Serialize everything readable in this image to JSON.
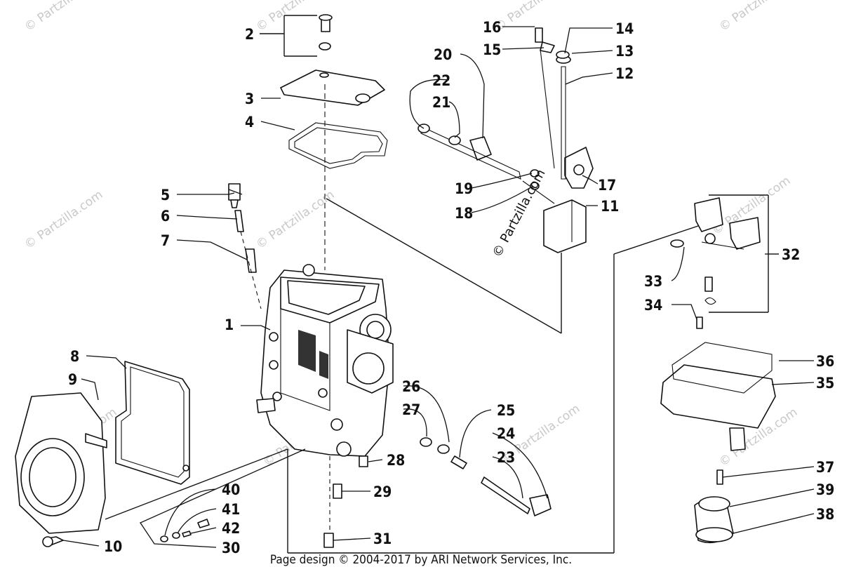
{
  "callouts": {
    "c1": "1",
    "c2": "2",
    "c3": "3",
    "c4": "4",
    "c5": "5",
    "c6": "6",
    "c7": "7",
    "c8": "8",
    "c9": "9",
    "c10": "10",
    "c11": "11",
    "c12": "12",
    "c13": "13",
    "c14": "14",
    "c15": "15",
    "c16": "16",
    "c17": "17",
    "c18": "18",
    "c19": "19",
    "c20": "20",
    "c21": "21",
    "c22": "22",
    "c23": "23",
    "c24": "24",
    "c25": "25",
    "c26": "26",
    "c27": "27",
    "c28": "28",
    "c29": "29",
    "c30": "30",
    "c31": "31",
    "c32": "32",
    "c33": "33",
    "c34": "34",
    "c35": "35",
    "c36": "36",
    "c37": "37",
    "c38": "38",
    "c39": "39",
    "c40": "40",
    "c41": "41",
    "c42": "42"
  },
  "watermark": {
    "repeat": "© Partzilla.com",
    "center": "© Partzilla.com"
  },
  "footer": "Page design © 2004-2017 by ARI Network Services, Inc."
}
